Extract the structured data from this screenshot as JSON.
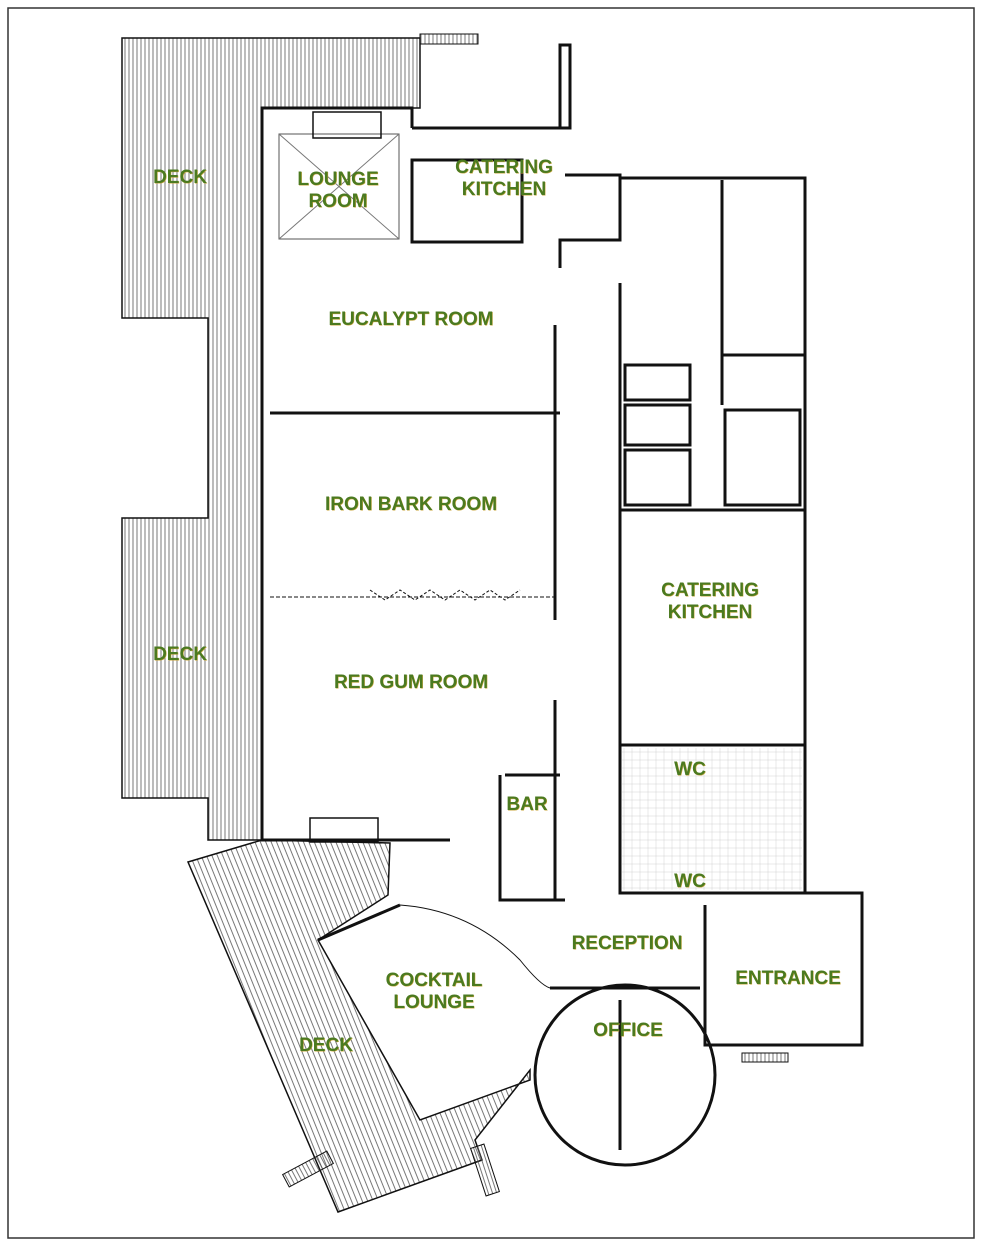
{
  "title": "Venue floor plan",
  "colors": {
    "label": "#4b7a20",
    "wall": "#111111",
    "deck_hatch": "#555555",
    "wc_tile": "#d8d8d8"
  },
  "rooms": {
    "deck_top": "DECK",
    "deck_middle": "DECK",
    "deck_bottom": "DECK",
    "lounge_room": [
      "LOUNGE",
      "ROOM"
    ],
    "catering_kitchen_top": [
      "CATERING",
      "KITCHEN"
    ],
    "eucalypt_room": "EUCALYPT ROOM",
    "iron_bark_room": "IRON BARK ROOM",
    "red_gum_room": "RED GUM ROOM",
    "catering_kitchen_main": [
      "CATERING",
      "KITCHEN"
    ],
    "wc_upper": "WC",
    "wc_lower": "WC",
    "bar": "BAR",
    "reception": "RECEPTION",
    "entrance": "ENTRANCE",
    "cocktail_lounge": [
      "COCKTAIL",
      "LOUNGE"
    ],
    "office": "OFFICE"
  }
}
